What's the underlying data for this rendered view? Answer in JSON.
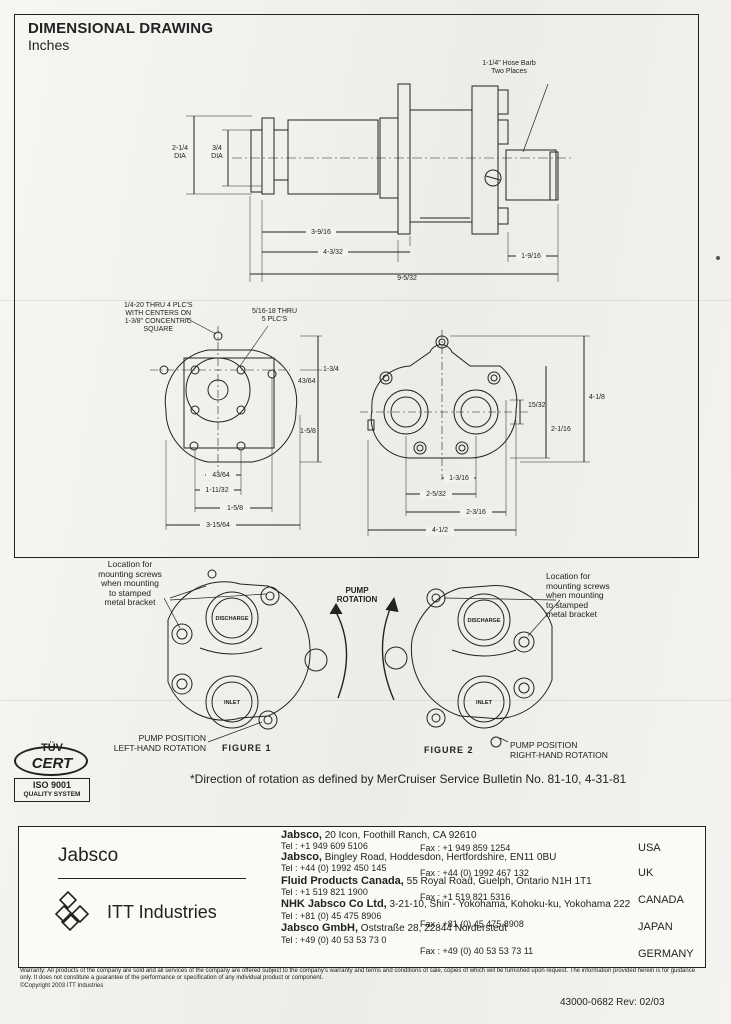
{
  "header": {
    "title": "DIMENSIONAL DRAWING",
    "subtitle": "Inches"
  },
  "top_view": {
    "hose_barb_note": "1-1/4\" Hose Barb\nTwo Places",
    "dia_outer": "2-1/4\nDIA",
    "dia_inner": "3/4\nDIA",
    "dim_a": "3-9/16",
    "dim_b": "4-3/32",
    "dim_c": "9-5/32",
    "dim_d": "1-9/16"
  },
  "front_view": {
    "note_left": "1/4-20 THRU 4 PLC'S\nWITH CENTERS ON\n1-3/8\" CONCENTRIC\nSQUARE",
    "note_right": "5/16-18 THRU\n5 PLC'S",
    "dim_1": "1-3/4",
    "dim_2": "43/64",
    "dim_3": "1-5/8",
    "dim_4": "43/64",
    "dim_5": "1-11/32",
    "dim_6": "1-5/8",
    "dim_7": "3-15/64"
  },
  "rear_view": {
    "dim_1": "15/32",
    "dim_2": "2-1/16",
    "dim_3": "4-1/8",
    "dim_4": "1-3/16",
    "dim_5": "2-5/32",
    "dim_6": "2-3/16",
    "dim_7": "4-1/2"
  },
  "figures": {
    "left_note": "Location for\nmounting screws\nwhen mounting\nto stamped\nmetal bracket",
    "right_note": "Location for\nmounting screws\nwhen mounting\nto stamped\nmetal bracket",
    "rotation_label": "PUMP\nROTATION",
    "discharge": "DISCHARGE",
    "inlet": "INLET",
    "fig1_position": "PUMP POSITION\nLEFT-HAND ROTATION",
    "fig1_label": "FIGURE  1",
    "fig2_label": "FIGURE  2",
    "fig2_position": "PUMP POSITION\nRIGHT-HAND ROTATION"
  },
  "certification": {
    "mark": "TÜV",
    "cert": "CERT",
    "iso": "ISO 9001",
    "system": "QUALITY SYSTEM"
  },
  "footnote": "*Direction of rotation as defined by MerCruiser Service Bulletin No. 81-10, 4-31-81",
  "brand": {
    "name": "Jabsco",
    "parent": "ITT Industries"
  },
  "contacts": [
    {
      "company": "Jabsco,",
      "address": " 20 Icon, Foothill Ranch, CA 92610",
      "tel": "Tel : +1 949 609 5106",
      "fax": "Fax : +1 949 859 1254",
      "country": "USA"
    },
    {
      "company": "Jabsco,",
      "address": " Bingley Road, Hoddesdon, Hertfordshire, EN11 0BU",
      "tel": "Tel : +44 (0) 1992 450 145",
      "fax": "Fax : +44 (0) 1992 467 132",
      "country": "UK"
    },
    {
      "company": "Fluid Products Canada,",
      "address": " 55 Royal Road, Guelph, Ontario N1H 1T1",
      "tel": "Tel : +1 519 821 1900",
      "fax": "Fax : +1 519 821 5316",
      "country": "CANADA"
    },
    {
      "company": "NHK Jabsco Co Ltd,",
      "address": " 3-21-10, Shin - Yokohama, Kohoku-ku, Yokohama 222",
      "tel": "Tel : +81 (0) 45 475 8906",
      "fax": "Fax : +81 (0) 45 475 8908",
      "country": "JAPAN"
    },
    {
      "company": "Jabsco GmbH,",
      "address": " Oststraße 28, 22844 Norderstedt",
      "tel": "Tel : +49 (0) 40 53 53 73 0",
      "fax": "Fax : +49 (0) 40 53 53 73 11",
      "country": "GERMANY"
    }
  ],
  "warranty": "Warranty: All products of the company are sold and all services of the company are offered subject to the company's warranty and terms and conditions of sale, copies of which will be furnished upon request. The information provided herein is for guidance only. It does not constitute a guarantee of the performance or specification of any individual product or component.",
  "copyright": "©Copyright 2003 ITT Industries",
  "doc_number": "43000-0682 Rev: 02/03"
}
